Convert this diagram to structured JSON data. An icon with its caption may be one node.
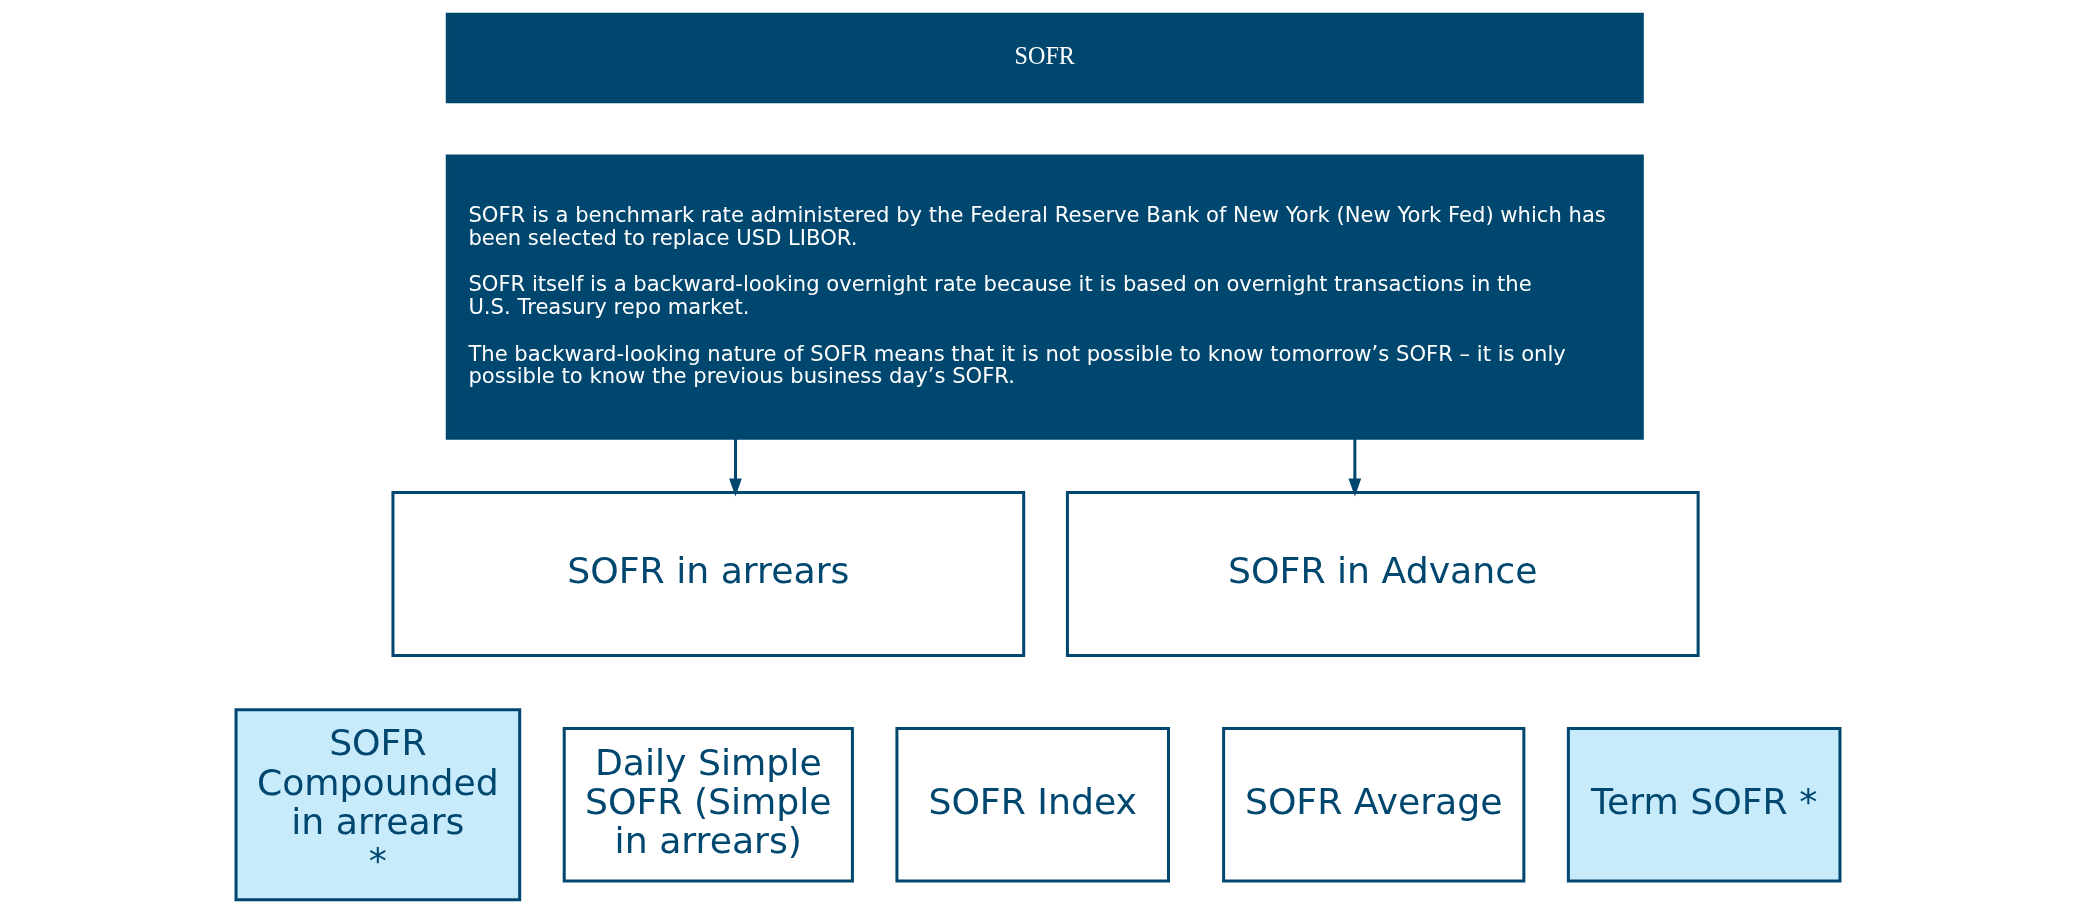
{
  "diagram": {
    "nodes": [
      {
        "text": [
          "SOFR"
        ]
      },
      {
        "text": [
          "SOFR is a benchmark rate administered by the Federal Reserve Bank of New York (New York Fed) which has been selected to replace USD LIBOR.",
          "SOFR itself is a backward-looking overnight rate because it is based on overnight transactions in the U.S. Treasury repo market.",
          "The backward-looking nature of SOFR means that it is not possible to know tomorrow’s SOFR – it is only possible to know the previous business day’s SOFR."
        ]
      },
      {
        "text": [
          "SOFR in arrears"
        ]
      },
      {
        "text": [
          "SOFR in Advance"
        ]
      },
      {
        "text": [
          "SOFR Compounded in arrears *"
        ]
      },
      {
        "text": [
          "Daily Simple SOFR (Simple in arrears)"
        ]
      },
      {
        "text": [
          "SOFR Index"
        ]
      },
      {
        "text": [
          "SOFR Average"
        ]
      },
      {
        "text": [
          "Term SOFR *"
        ]
      }
    ],
    "edges": [
      {
        "from": 1,
        "to": 2,
        "arrow": "to"
      },
      {
        "from": 1,
        "to": 3,
        "arrow": "to"
      }
    ]
  }
}
